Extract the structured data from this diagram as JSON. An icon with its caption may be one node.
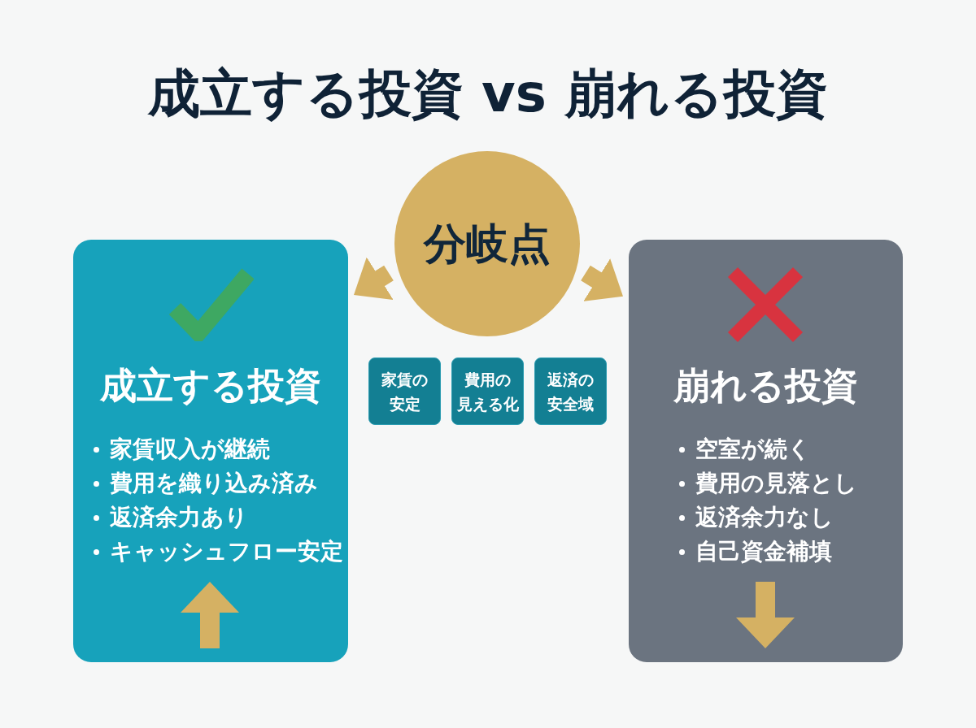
{
  "diagram": {
    "title": "成立する投資 vs 崩れる投資",
    "nodes": [
      {
        "text": [
          "分岐点"
        ]
      },
      {
        "text": [
          "成立する投資",
          "家賃収入が継続",
          "費用を織り込み済み",
          "返済余力あり",
          "キャッシュフロー安定"
        ]
      },
      {
        "text": [
          "家賃の安定"
        ]
      },
      {
        "text": [
          "費用の見える化"
        ]
      },
      {
        "text": [
          "返済の安全域"
        ]
      },
      {
        "text": [
          "崩れる投資",
          "空室が続く",
          "費用の見落とし",
          "返済余力なし",
          "自己資金補填"
        ]
      }
    ],
    "edges": [
      {
        "from": 0,
        "to": 1,
        "arrow": "to"
      },
      {
        "from": 0,
        "to": 5,
        "arrow": "to"
      }
    ]
  }
}
